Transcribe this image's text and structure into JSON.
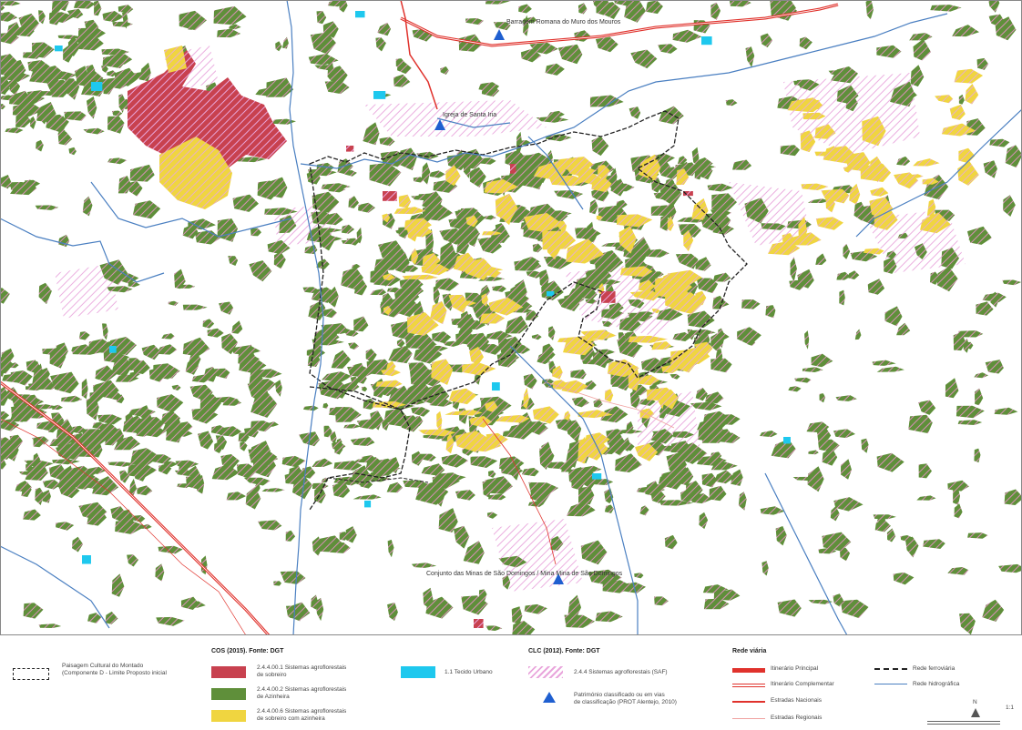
{
  "colors": {
    "sobreiro": "#c8414f",
    "azinheira": "#5f8f3a",
    "mixed": "#f0d540",
    "urban": "#1ec8ee",
    "saf_pink": "#e9a6dc",
    "river": "#4a7fc1",
    "road_main": "#e0322c",
    "road_regional": "#f0a2a0",
    "boundary": "#222222",
    "heritage": "#1f5fd0"
  },
  "map_labels": {
    "barragem": "Barragem Romana do Muro dos Mouros",
    "igreja": "Igreja de Santa Iria",
    "minas": "Conjunto das Minas de São Domingos / Mina Mina de São Domingos"
  },
  "legend": {
    "boundary_label": "Paisagem Cultural do Montado\n(Componente D - Limite Proposto inicial",
    "cos_title": "COS (2015). Fonte: DGT",
    "cos_items": [
      "2.4.4.00.1 Sistemas agroflorestais\nde sobreiro",
      "2.4.4.00.2 Sistemas agroflorestais\nde Azinheira",
      "2.4.4.00.6 Sistemas agroflorestais\nde sobreiro com azinheira"
    ],
    "urban_label": "1.1 Tecido Urbano",
    "clc_title": "CLC (2012). Fonte: DGT",
    "clc_item": "2.4.4 Sistemas agroflorestais (SAF)",
    "heritage_label": "Património classificado ou em vias\nde classificação (PROT Alentejo, 2010)",
    "rede_title": "Rede viária",
    "rede_items": [
      "Itinerário Principal",
      "Itinerário Complementar",
      "Estradas Nacionais",
      "Estradas Regionais"
    ],
    "ferro_label": "Rede ferroviária",
    "hidro_label": "Rede hidrográfica",
    "north_label": "N",
    "scale_label": "1:1"
  }
}
